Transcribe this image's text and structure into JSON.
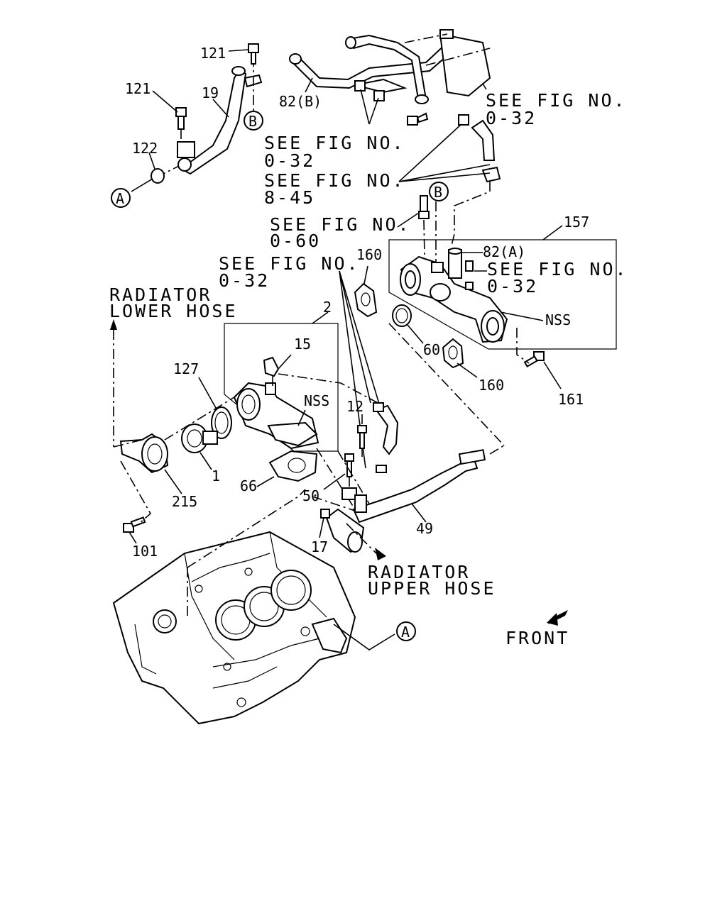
{
  "callouts": {
    "p121a": "121",
    "p121b": "121",
    "p19": "19",
    "p122": "122",
    "circle_a": "A",
    "circle_b": "B",
    "p82b": "82(B)",
    "p82a": "82(A)",
    "p157": "157",
    "p160a": "160",
    "p160b": "160",
    "p60": "60",
    "p161": "161",
    "p2": "2",
    "p15": "15",
    "p127": "127",
    "p12": "12",
    "nss1": "NSS",
    "nss2": "NSS",
    "p1": "1",
    "p215": "215",
    "p66": "66",
    "p50": "50",
    "p49": "49",
    "p17": "17",
    "p101": "101"
  },
  "references": {
    "see_fig": "SEE FIG NO.",
    "fig_032": "0-32",
    "fig_845": "8-45",
    "fig_060": "0-60"
  },
  "labels": {
    "radiator": "RADIATOR",
    "lower_hose": "LOWER HOSE",
    "upper_hose": "UPPER HOSE",
    "front": "FRONT"
  }
}
